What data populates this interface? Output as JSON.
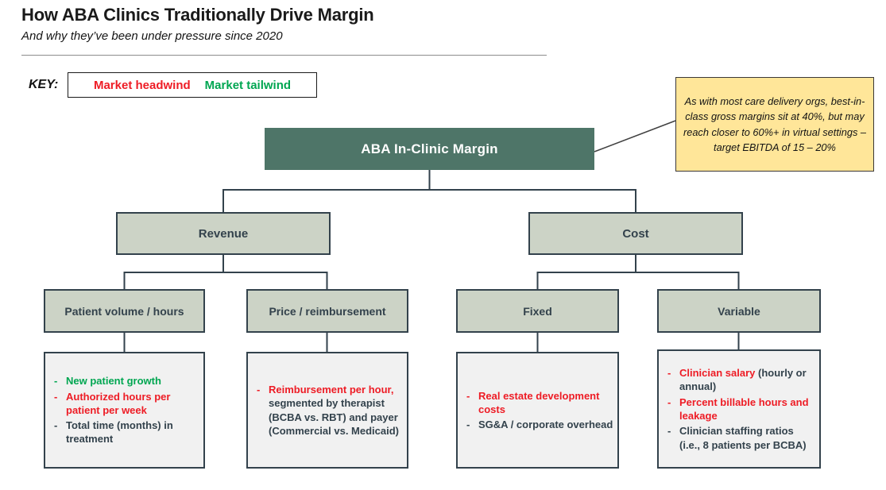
{
  "header": {
    "title": "How ABA Clinics Traditionally Drive Margin",
    "subtitle": "And why they’ve been under pressure since 2020"
  },
  "key": {
    "label": "KEY:",
    "headwind": "Market headwind",
    "tailwind": "Market tailwind"
  },
  "annotation": {
    "text": "As with most care delivery orgs, best-in-class gross margins sit at 40%, but may reach closer to 60%+ in virtual settings – target EBITDA of 15 – 20%"
  },
  "tree": {
    "root": {
      "label": "ABA In-Clinic Margin"
    },
    "level2": [
      {
        "label": "Revenue"
      },
      {
        "label": "Cost"
      }
    ],
    "level3": [
      {
        "label": "Patient volume / hours"
      },
      {
        "label": "Price / reimbursement"
      },
      {
        "label": "Fixed"
      },
      {
        "label": "Variable"
      }
    ],
    "leaves": [
      {
        "parent": "Patient volume / hours",
        "items": [
          {
            "bullet_color": "green",
            "segments": [
              {
                "text": "New patient growth",
                "color": "green"
              }
            ]
          },
          {
            "bullet_color": "red",
            "segments": [
              {
                "text": "Authorized hours per patient per week",
                "color": "red"
              }
            ]
          },
          {
            "bullet_color": "dark",
            "segments": [
              {
                "text": "Total time (months) in treatment",
                "color": "dark"
              }
            ]
          }
        ]
      },
      {
        "parent": "Price / reimbursement",
        "items": [
          {
            "bullet_color": "red",
            "segments": [
              {
                "text": "Reimbursement per hour,",
                "color": "red"
              },
              {
                "text": " segmented by therapist (BCBA vs. RBT) and payer (Commercial vs. Medicaid)",
                "color": "dark"
              }
            ]
          }
        ]
      },
      {
        "parent": "Fixed",
        "items": [
          {
            "bullet_color": "red",
            "segments": [
              {
                "text": "Real estate development costs",
                "color": "red"
              }
            ]
          },
          {
            "bullet_color": "dark",
            "segments": [
              {
                "text": "SG&A / corporate overhead",
                "color": "dark"
              }
            ]
          }
        ]
      },
      {
        "parent": "Variable",
        "items": [
          {
            "bullet_color": "red",
            "segments": [
              {
                "text": "Clinician salary",
                "color": "red"
              },
              {
                "text": " (hourly or annual)",
                "color": "dark"
              }
            ]
          },
          {
            "bullet_color": "red",
            "segments": [
              {
                "text": "Percent billable hours and leakage",
                "color": "red"
              }
            ]
          },
          {
            "bullet_color": "dark",
            "segments": [
              {
                "text": "Clinician staffing ratios (i.e., 8 patients per BCBA)",
                "color": "dark"
              }
            ]
          }
        ]
      }
    ]
  },
  "colors": {
    "headwind_red": "#EE1C25",
    "tailwind_green": "#00A651",
    "root_fill": "#4E7568",
    "branch_fill": "#CCD3C6",
    "border_dark": "#33424C",
    "leaf_fill": "#F1F1F1",
    "note_fill": "#FFE699"
  }
}
